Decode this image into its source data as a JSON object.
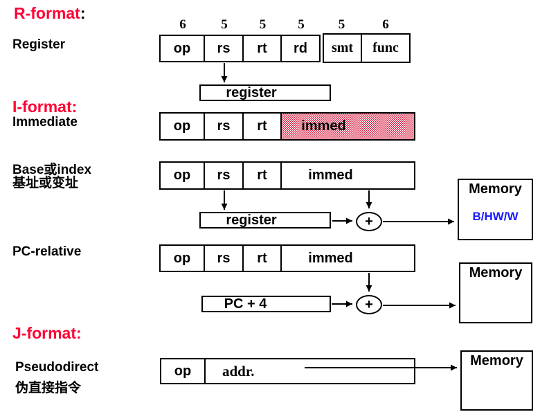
{
  "colors": {
    "title_red": "#FF0033",
    "memory_blue": "#1A1AFF",
    "hatch_red": "#D81E40",
    "border_black": "#000000"
  },
  "labels": {
    "r_format_title": "R-format",
    "r_format_colon": ":",
    "register": "Register",
    "i_format_title": "I-format:",
    "immediate": "Immediate",
    "base_en": "Base或index",
    "base_zh": "基址或变址",
    "pc_relative": "PC-relative",
    "j_format_title": "J-format:",
    "pseudodirect": "Pseudodirect",
    "pseudodirect_zh": "伪直接指令"
  },
  "r_row": {
    "bits": [
      "6",
      "5",
      "5",
      "5",
      "5",
      "6"
    ],
    "fields": [
      "op",
      "rs",
      "rt",
      "rd"
    ],
    "fields_serif": [
      "smt",
      "func"
    ],
    "register_box": "register"
  },
  "i_row": {
    "op": "op",
    "rs": "rs",
    "rt": "rt",
    "immed": "immed"
  },
  "base_row": {
    "op": "op",
    "rs": "rs",
    "rt": "rt",
    "immed": "immed",
    "register_box": "register",
    "plus": "+",
    "memory_title": "Memory",
    "memory_sub": "B/HW/W"
  },
  "pc_row": {
    "op": "op",
    "rs": "rs",
    "rt": "rt",
    "immed": "immed",
    "pc_box": "PC + 4",
    "plus": "+",
    "memory_title": "Memory"
  },
  "j_row": {
    "op": "op",
    "addr": "addr.",
    "memory_title": "Memory"
  }
}
